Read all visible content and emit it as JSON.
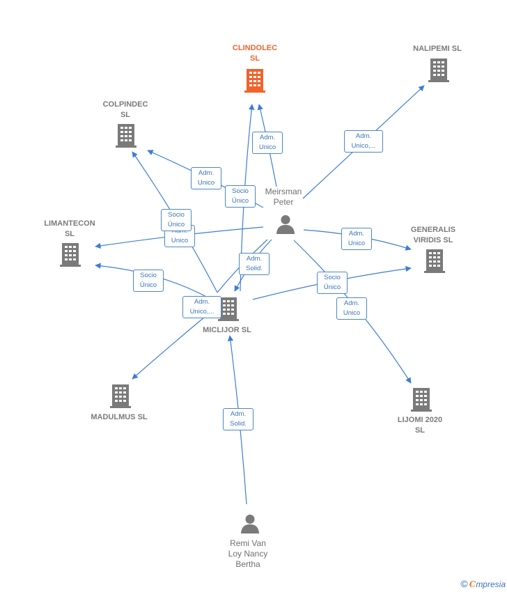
{
  "nodes": {
    "clindolec": "CLINDOLEC\nSL",
    "nalipemi": "NALIPEMI SL",
    "colpindec": "COLPINDEC\nSL",
    "limantecon": "LIMANTECON\nSL",
    "generalis": "GENERALIS\nVIRIDIS  SL",
    "miclijor": "MICLIJOR  SL",
    "madulmus": "MADULMUS  SL",
    "lijomi": "LIJOMI 2020\nSL"
  },
  "persons": {
    "meirsman": "Meirsman\nPeter",
    "remi": "Remi Van\nLoy Nancy\nBertha"
  },
  "edge_labels": {
    "peter_clindolec": "Adm.\nUnico",
    "peter_nalipemi": "Adm.\nUnico,...",
    "peter_colpindec": "Adm.\nUnico",
    "miclijor_clindolec": "Socio\nÚnico",
    "miclijor_colpindec": "Socio\nÚnico",
    "peter_limantecon": "Adm.\nUnico",
    "peter_generalis": "Adm.\nUnico",
    "peter_miclijor": "Adm.\nSolid.",
    "miclijor_limantecon": "Socio\nÚnico",
    "miclijor_generalis": "Socio\nÚnico",
    "miclijor_madulmus": "Adm.\nUnico,...",
    "peter_lijomi": "Adm.\nUnico",
    "remi_miclijor": "Adm.\nSolid."
  },
  "brand": {
    "copyright": "©",
    "initial": "C",
    "name": "mpresia"
  },
  "colors": {
    "edge": "#3b7dd8",
    "building": "#7a7a7a",
    "center_building": "#f0632b",
    "person": "#7a7a7a"
  }
}
